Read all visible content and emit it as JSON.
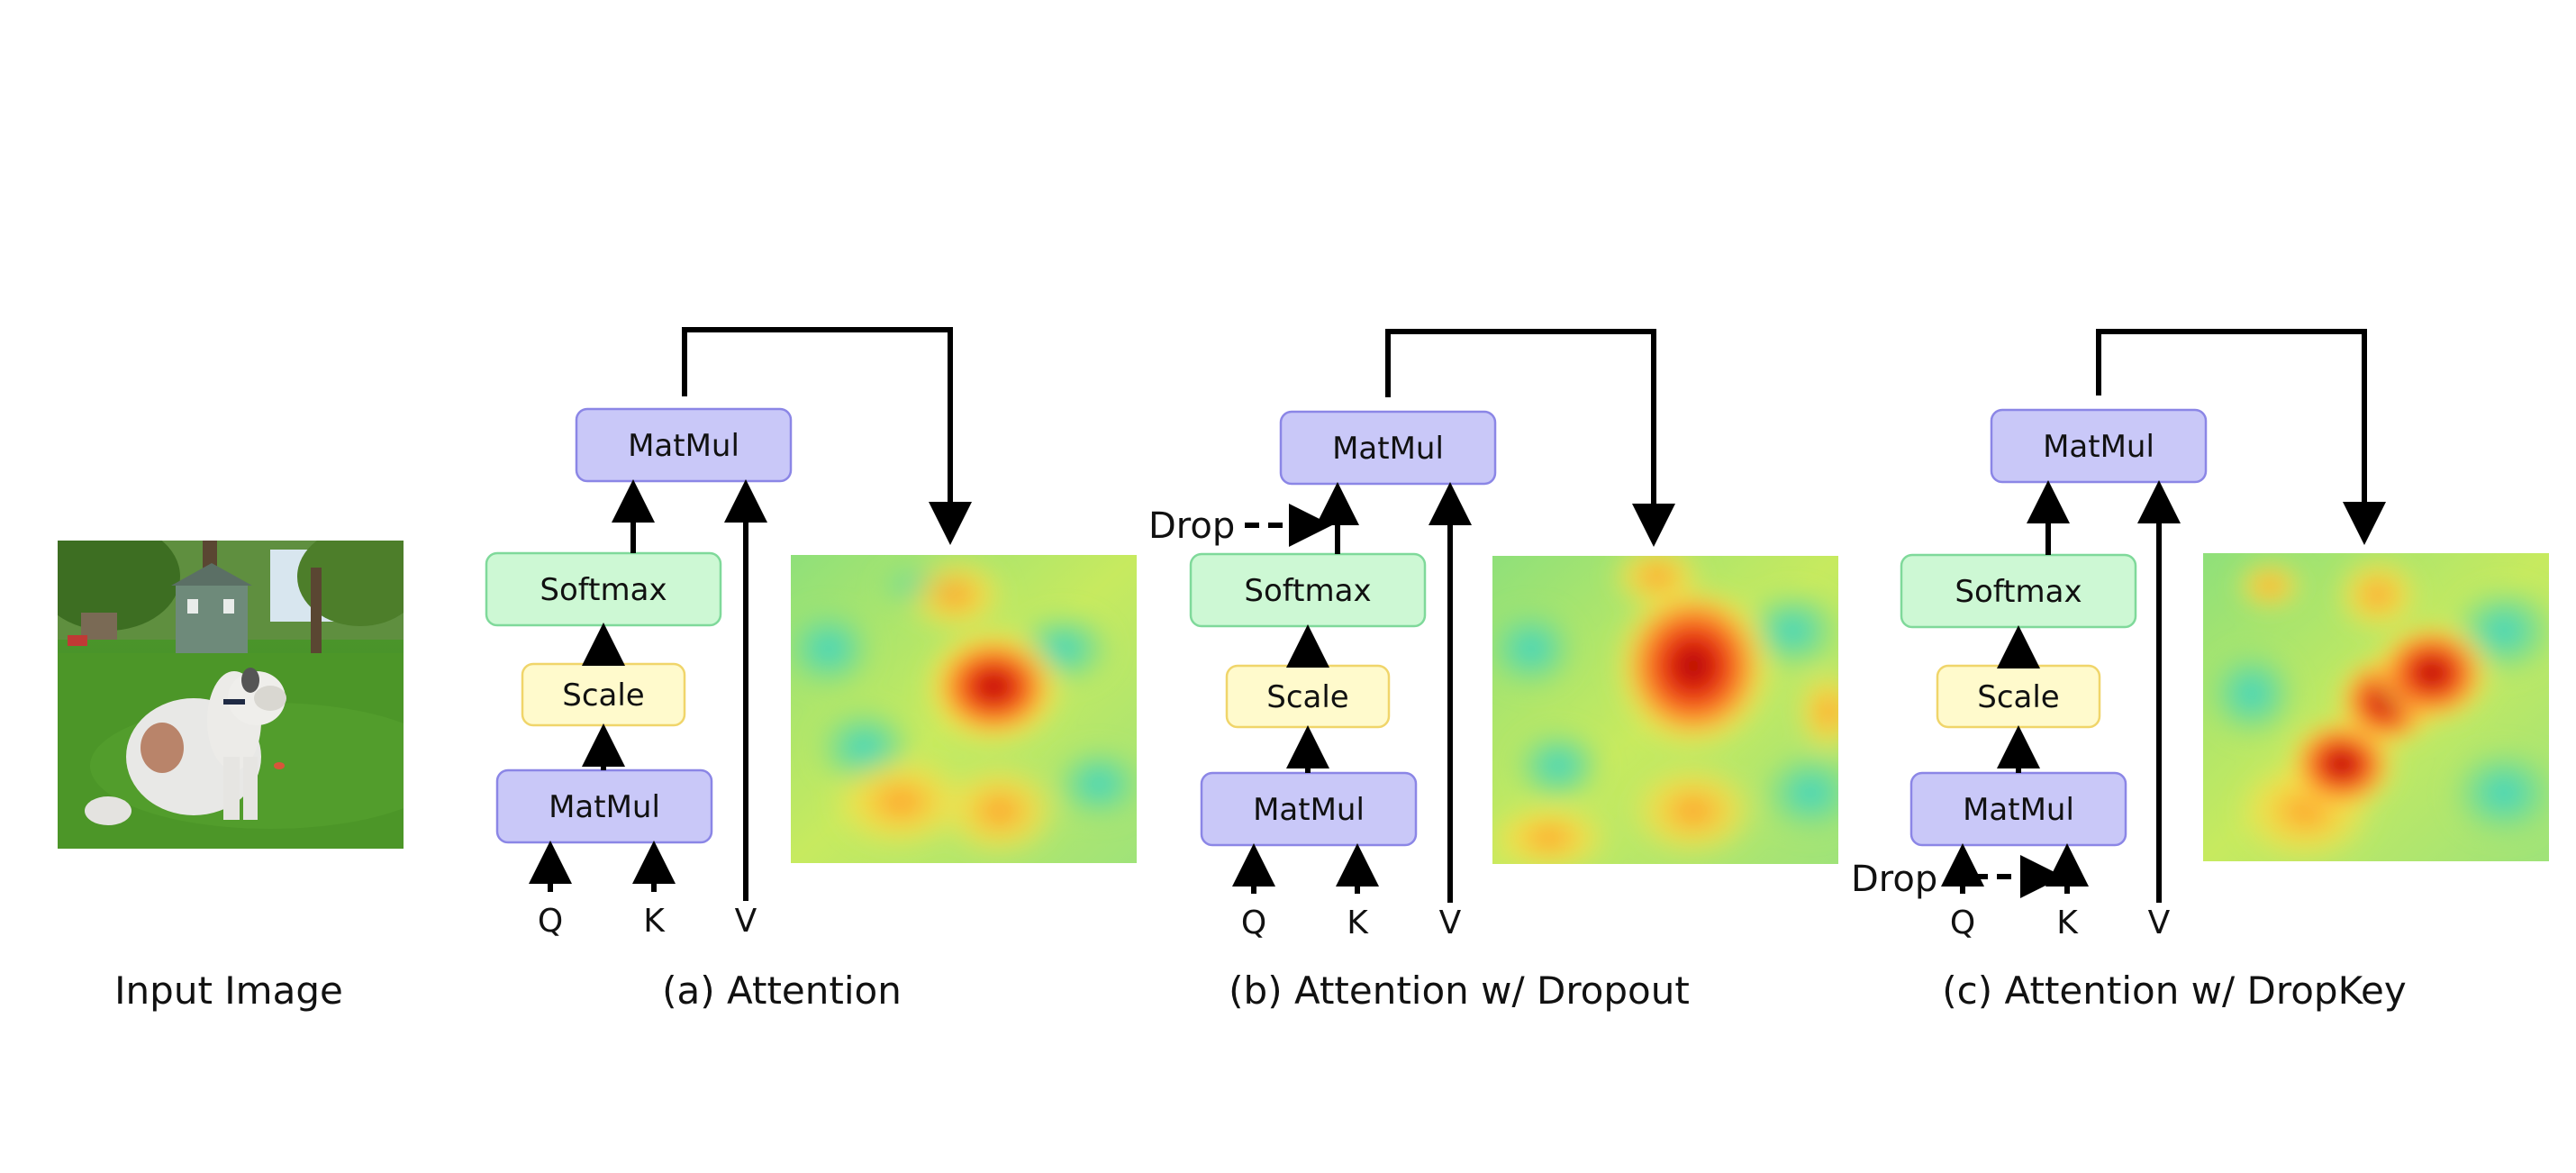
{
  "input_caption": "Input Image",
  "labels": {
    "matmul": "MatMul",
    "softmax": "Softmax",
    "scale": "Scale",
    "q": "Q",
    "k": "K",
    "v": "V",
    "drop": "Drop"
  },
  "panels": [
    {
      "caption": "(a) Attention",
      "dropout": "none"
    },
    {
      "caption": "(b) Attention w/ Dropout",
      "dropout": "after-softmax"
    },
    {
      "caption": "(c) Attention w/ DropKey",
      "dropout": "on-key"
    }
  ],
  "colors": {
    "matmul_fill": "#c9c8f8",
    "matmul_stroke": "#8b86e6",
    "softmax_fill": "#cdf8d4",
    "softmax_stroke": "#7fd99a",
    "scale_fill": "#fffacc",
    "scale_stroke": "#f0d56a",
    "arrow": "#000000"
  }
}
